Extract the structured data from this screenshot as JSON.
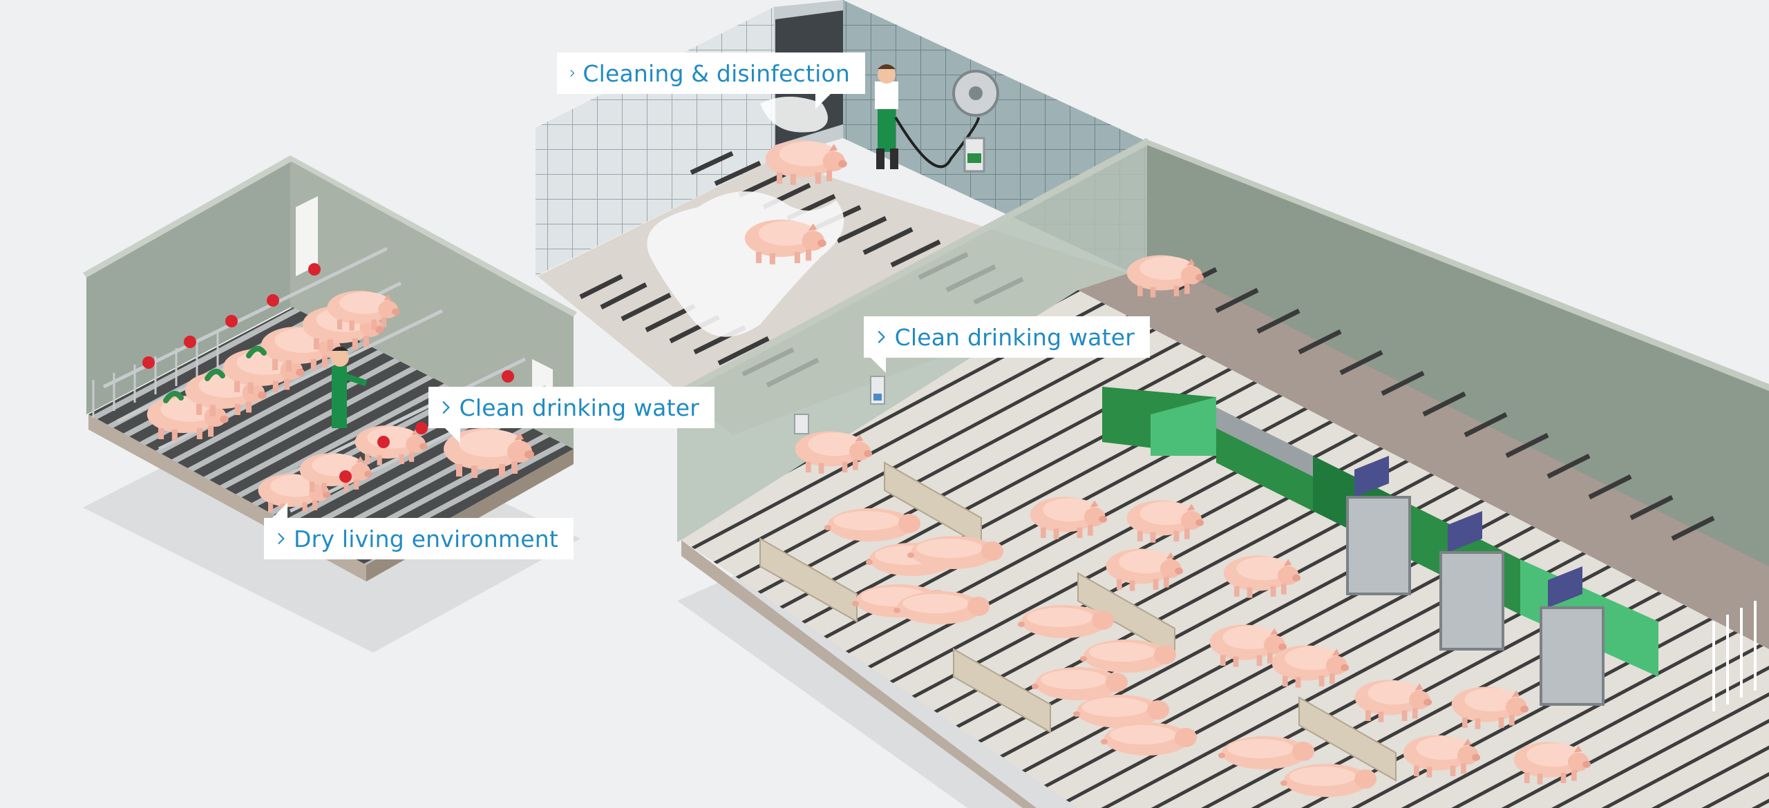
{
  "theme": {
    "accent": "#1f8bc4",
    "background": "#eff0f1"
  },
  "hotspots": [
    {
      "id": "cleaning",
      "label": "Cleaning & disinfection",
      "icon": "chevron-right-icon"
    },
    {
      "id": "water-finishing",
      "label": "Clean drinking water",
      "icon": "chevron-right-icon"
    },
    {
      "id": "water-farrowing",
      "label": "Clean drinking water",
      "icon": "chevron-right-icon"
    },
    {
      "id": "dry-living",
      "label": "Dry living environment",
      "icon": "chevron-right-icon"
    }
  ]
}
